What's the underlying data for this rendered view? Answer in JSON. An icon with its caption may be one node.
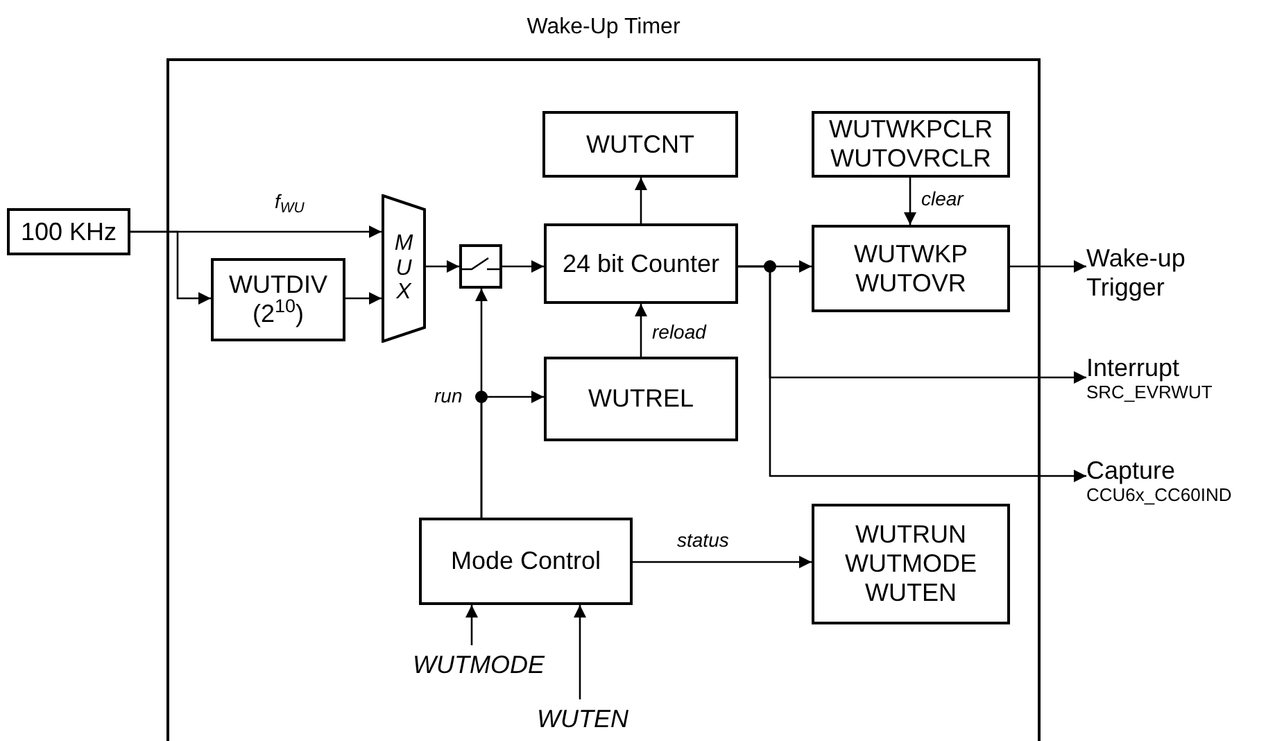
{
  "diagram": {
    "nodes": [
      {
        "text": [
          "Wake-Up Timer"
        ]
      },
      {
        "text": [
          "100 KHz"
        ]
      },
      {
        "text": [
          "WUTDIV (2$^{10}$)"
        ],
        "in": 0
      },
      {
        "text": [
          "MUX"
        ],
        "in": 0
      },
      {
        "text": [],
        "shape": "box",
        "in": 0
      },
      {
        "text": [
          "24 bit Counter"
        ],
        "in": 0
      },
      {
        "text": [
          "WUTCNT"
        ],
        "in": 0
      },
      {
        "text": [
          "WUTWKPCLR WUTOVRCLR"
        ],
        "in": 0
      },
      {
        "text": [
          "WUTWKP WUTOVR"
        ],
        "in": 0
      },
      {
        "text": [
          "WUTREL"
        ],
        "in": 0
      },
      {
        "text": [
          "Mode Control"
        ],
        "in": 0
      },
      {
        "text": [
          "WUTRUN WUTMODE WUTEN"
        ],
        "in": 0
      },
      {
        "text": [
          "Wake-up Trigger"
        ]
      },
      {
        "text": [
          "Interrupt",
          "SRC_EVRWUT"
        ]
      },
      {
        "text": [
          "Capture",
          "CCU6x_CC60IND"
        ]
      },
      {
        "text": [
          "WUTMODE"
        ],
        "in": 0
      },
      {
        "text": [
          "WUTEN"
        ],
        "in": 0
      }
    ],
    "edges": [
      {
        "from": 1,
        "to": 3,
        "arrow": "to",
        "label": "f$_{WU}$"
      },
      {
        "from": 1,
        "to": 2,
        "arrow": "to"
      },
      {
        "from": 2,
        "to": 3,
        "arrow": "to"
      },
      {
        "from": 3,
        "to": 4,
        "arrow": "to"
      },
      {
        "from": 4,
        "to": 5,
        "arrow": "to"
      },
      {
        "from": 5,
        "to": 6,
        "arrow": "to"
      },
      {
        "from": 9,
        "to": 5,
        "arrow": "to",
        "label": "reload"
      },
      {
        "from": 7,
        "to": 8,
        "arrow": "to",
        "label": "clear"
      },
      {
        "from": 5,
        "to": 8,
        "arrow": "to"
      },
      {
        "from": 8,
        "to": 12,
        "arrow": "to"
      },
      {
        "from": 5,
        "to": 13,
        "arrow": "to"
      },
      {
        "from": 5,
        "to": 14,
        "arrow": "to"
      },
      {
        "from": 10,
        "to": 4,
        "arrow": "to",
        "label": "run"
      },
      {
        "from": 10,
        "to": 9,
        "arrow": "to"
      },
      {
        "from": 10,
        "to": 11,
        "arrow": "to",
        "label": "status"
      },
      {
        "from": 15,
        "to": 10,
        "arrow": "to"
      },
      {
        "from": 16,
        "to": 10,
        "arrow": "to"
      }
    ]
  }
}
